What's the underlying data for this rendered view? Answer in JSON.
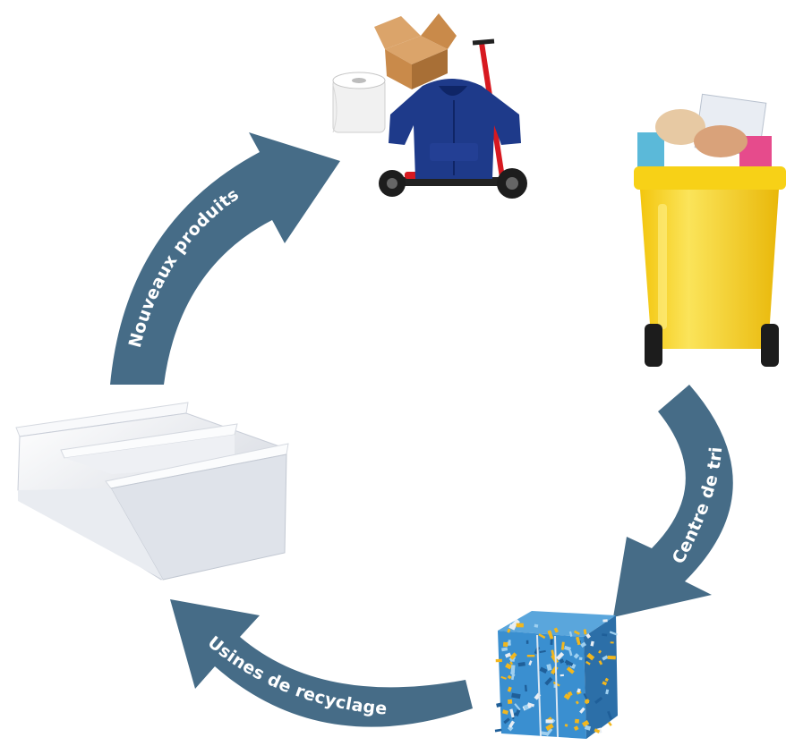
{
  "colors": {
    "arrow": "#466c87",
    "bin_yellow": "#f7d117",
    "hoodie_blue": "#1e3a8a",
    "scooter_red": "#d71920",
    "cardboard": "#c98a4a",
    "bale_blue": "#3a8fd0",
    "bale_yellow": "#f2b71e",
    "sheet_grey": "#e6e9ee"
  },
  "arrows": [
    {
      "id": "nouveaux-produits",
      "label": "Nouveaux produits"
    },
    {
      "id": "centre-de-tri",
      "label": "Centre de tri"
    },
    {
      "id": "usines-de-recyclage",
      "label": "Usines de recyclage"
    }
  ],
  "illustrations": {
    "top": "new-products-icon",
    "right": "yellow-recycling-bin-icon",
    "bottom": "compressed-bale-icon",
    "left": "stacked-plastic-sheets-icon"
  }
}
